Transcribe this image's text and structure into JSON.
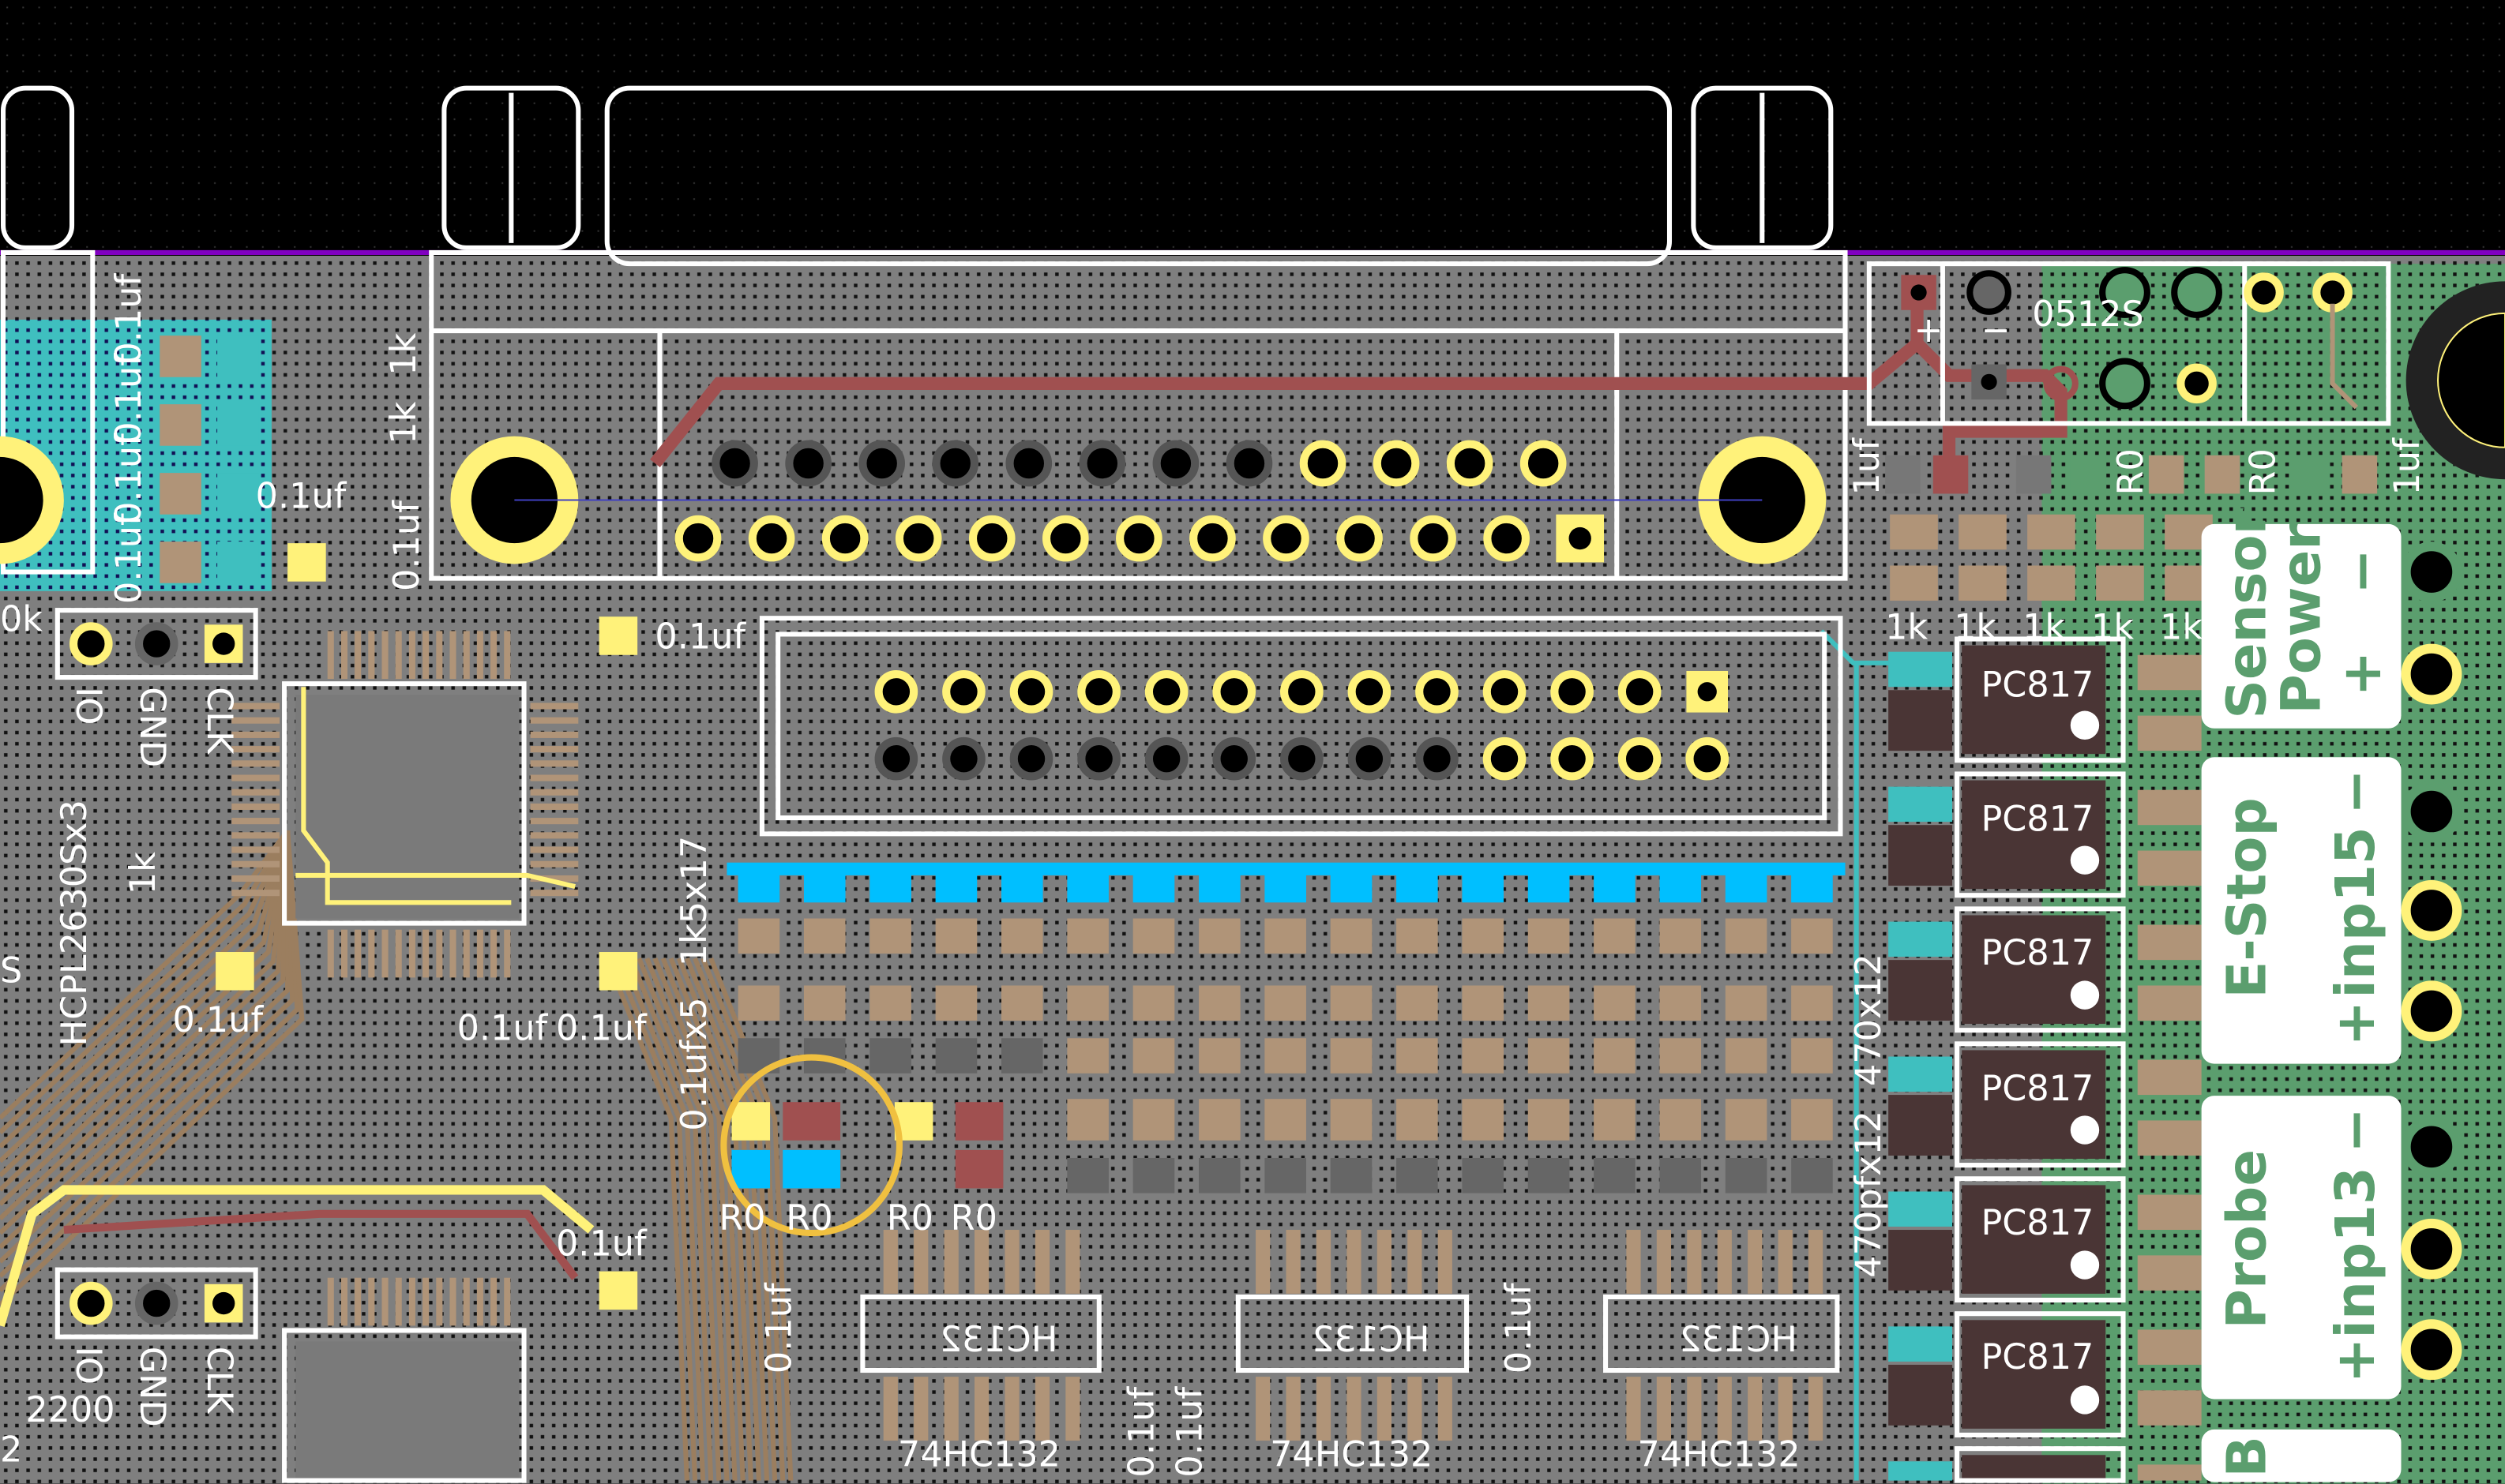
{
  "colors": {
    "background": "#000000",
    "board_copper_fill": "#7f7f7f",
    "green_zone": "#5b9e6e",
    "teal_zone": "#3fbfbf",
    "cyan_pads": "#00bfff",
    "pad_brown": "#b09478",
    "trace_brown": "#9b7e5f",
    "trace_red": "#a05050",
    "yellow_pads": "#fff27a",
    "board_edge": "#8000c0",
    "selection_ring": "#f0c040",
    "silkscreen": "#ffffff"
  },
  "silkscreen": {
    "dcdc": "0512S",
    "dcdc_plus": "+",
    "dcdc_minus": "−",
    "cap_1uf_left": "1uf",
    "cap_1uf_right": "1uf",
    "r0_top_a": "R0",
    "r0_top_b": "R0",
    "resistors_1k": [
      "1k",
      "1k",
      "1k",
      "1k",
      "1k"
    ],
    "optocouplers": [
      "PC817",
      "PC817",
      "PC817",
      "PC817",
      "PC817",
      "PC817"
    ],
    "terminals": {
      "sensor": "Sensor",
      "power": "Power",
      "plus": "+",
      "minus": "−",
      "estop": "E-Stop",
      "inp15": "inp15",
      "probe": "Probe",
      "inp13": "inp13",
      "b": "B"
    },
    "left_caps": [
      "0.1uf",
      "0.1uf",
      "0.1uf",
      "0.1uf"
    ],
    "res_1k_left": [
      "1k",
      "1k",
      "1k"
    ],
    "cap_mid": "0.1uf",
    "cap_mid_vertical": "0.1uf",
    "cap_right_of_qfp": "0.1uf",
    "cap_bottom_left": "0.1uf",
    "cap_bottom_pair": "0.1uf",
    "cap_bottom_pair2": "0.1uf",
    "cap_lower_qfp": "0.1uf",
    "header_pins": [
      "IO",
      "GND",
      "CLK"
    ],
    "header_pins_lower": [
      "IO",
      "GND",
      "CLK"
    ],
    "isolator": "HCPL2630Sx3",
    "res_array": "1k5x17",
    "cap_array": "0.1ufx5",
    "cap_470pf": "470pfx12",
    "res_470": "470x12",
    "r0_row": [
      "R0",
      "R0",
      "R0",
      "R0"
    ],
    "cap_vertical_bottom": [
      "0.1uf",
      "0.1uf",
      "0.1uf",
      "0.1uf"
    ],
    "hc132_ref": [
      "HC132",
      "HC132",
      "HC132"
    ],
    "hc132_value": [
      "74HC132",
      "74HC132",
      "74HC132"
    ],
    "res_2200": "2200",
    "partial_0k": "0k",
    "partial_s": "S",
    "partial_2": "2"
  }
}
